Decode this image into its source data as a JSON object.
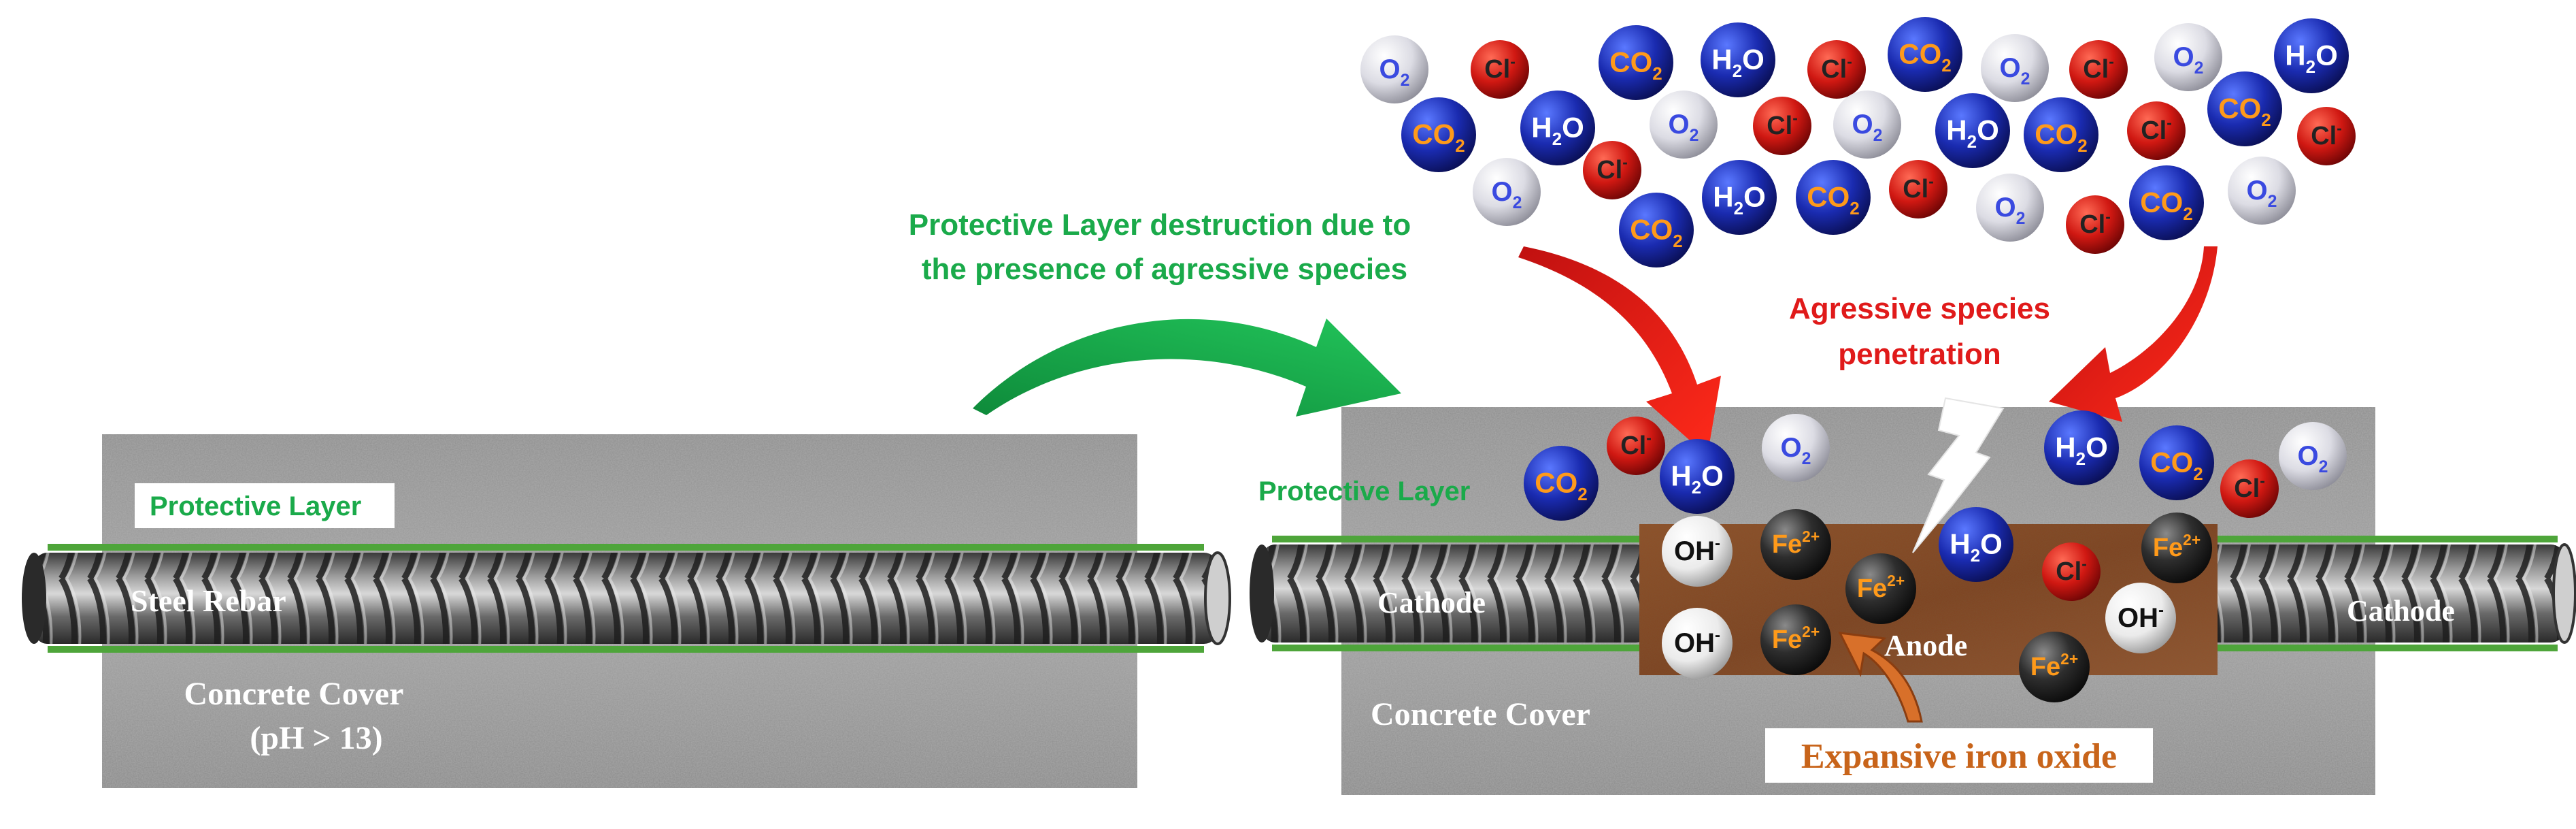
{
  "colors": {
    "green_accent": "#1aaa4a",
    "red_accent": "#e01a1a",
    "rust": "#8a4a25",
    "oxide_text": "#c8641a",
    "o2": "#e0e0ea",
    "cl": "#d01812",
    "co2_h2o": "#1a2bb0",
    "fe": "#2a2a2a",
    "oh": "#f0f0f0"
  },
  "left_panel": {
    "protective_layer": "Protective Layer",
    "steel_rebar": "Steel Rebar",
    "concrete_cover": "Concrete Cover",
    "ph": "(pH > 13)"
  },
  "transition": {
    "line1": "Protective Layer destruction due to",
    "line2": "the presence of agressive species"
  },
  "right_panel": {
    "protective_layer": "Protective Layer",
    "cathode_left": "Cathode",
    "cathode_right": "Cathode",
    "anode": "Anode",
    "concrete_cover": "Concrete Cover",
    "penetration_line1": "Agressive species",
    "penetration_line2": "penetration",
    "oxide_label": "Expansive iron oxide"
  },
  "species": {
    "o2": {
      "main": "O",
      "sub": "2",
      "sup": ""
    },
    "cl": {
      "main": "Cl",
      "sub": "",
      "sup": "-"
    },
    "co2": {
      "main": "CO",
      "sub": "2",
      "sup": ""
    },
    "h2o": {
      "main": "H",
      "sub": "2",
      "sup": "",
      "tail": "O"
    },
    "fe": {
      "main": "Fe",
      "sub": "",
      "sup": "2+"
    },
    "oh": {
      "main": "OH",
      "sub": "",
      "sup": "-"
    }
  },
  "icons": [
    "lightning-crack-icon",
    "green-curved-arrow-icon",
    "red-curved-arrow-icon",
    "orange-curved-arrow-icon"
  ]
}
